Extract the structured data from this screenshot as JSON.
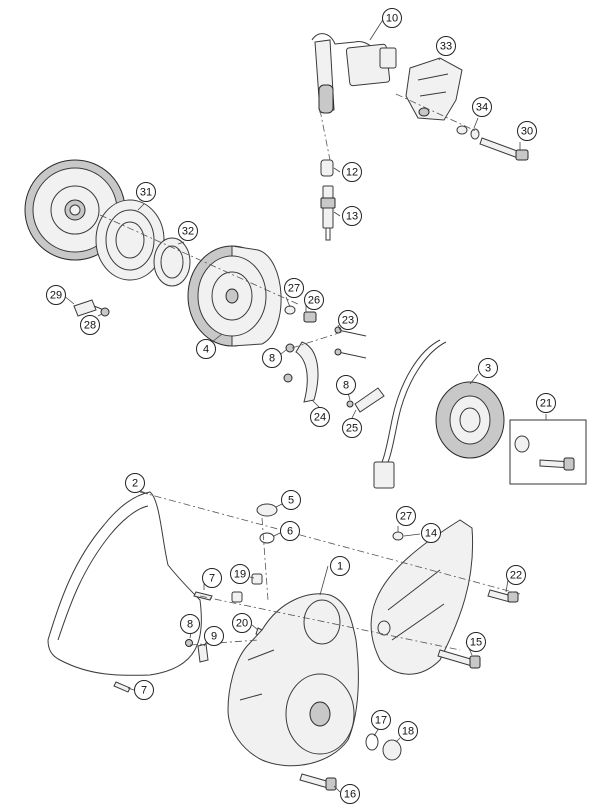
{
  "callouts": [
    {
      "id": "c1",
      "label": "1"
    },
    {
      "id": "c2",
      "label": "2"
    },
    {
      "id": "c3",
      "label": "3"
    },
    {
      "id": "c4",
      "label": "4"
    },
    {
      "id": "c5",
      "label": "5"
    },
    {
      "id": "c6",
      "label": "6"
    },
    {
      "id": "c7a",
      "label": "7"
    },
    {
      "id": "c7b",
      "label": "7"
    },
    {
      "id": "c8a",
      "label": "8"
    },
    {
      "id": "c8b",
      "label": "8"
    },
    {
      "id": "c8c",
      "label": "8"
    },
    {
      "id": "c9",
      "label": "9"
    },
    {
      "id": "c10",
      "label": "10"
    },
    {
      "id": "c12",
      "label": "12"
    },
    {
      "id": "c13",
      "label": "13"
    },
    {
      "id": "c14",
      "label": "14"
    },
    {
      "id": "c15",
      "label": "15"
    },
    {
      "id": "c16",
      "label": "16"
    },
    {
      "id": "c17",
      "label": "17"
    },
    {
      "id": "c18",
      "label": "18"
    },
    {
      "id": "c19",
      "label": "19"
    },
    {
      "id": "c20",
      "label": "20"
    },
    {
      "id": "c21",
      "label": "21"
    },
    {
      "id": "c22",
      "label": "22"
    },
    {
      "id": "c23",
      "label": "23"
    },
    {
      "id": "c24",
      "label": "24"
    },
    {
      "id": "c25",
      "label": "25"
    },
    {
      "id": "c26",
      "label": "26"
    },
    {
      "id": "c27a",
      "label": "27"
    },
    {
      "id": "c27b",
      "label": "27"
    },
    {
      "id": "c28",
      "label": "28"
    },
    {
      "id": "c29",
      "label": "29"
    },
    {
      "id": "c30",
      "label": "30"
    },
    {
      "id": "c31",
      "label": "31"
    },
    {
      "id": "c32",
      "label": "32"
    },
    {
      "id": "c33",
      "label": "33"
    },
    {
      "id": "c34",
      "label": "34"
    }
  ]
}
